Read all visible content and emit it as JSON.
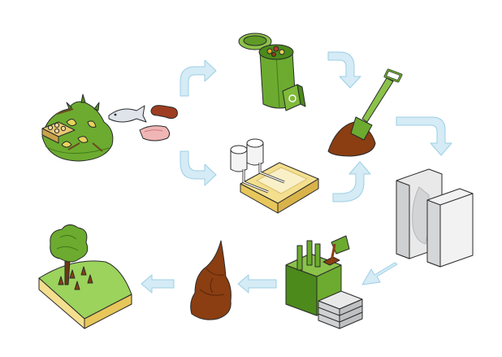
{
  "diagram": {
    "kind": "circular-process",
    "stages": [
      {
        "id": "waste",
        "icon": "food-waste-pile-icon"
      },
      {
        "id": "bin",
        "icon": "compost-bin-icon"
      },
      {
        "id": "compost",
        "icon": "shovel-compost-icon"
      },
      {
        "id": "mould",
        "icon": "gnome-mould-icon"
      },
      {
        "id": "press",
        "icon": "moulding-machine-icon"
      },
      {
        "id": "gnome",
        "icon": "garden-gnome-icon"
      },
      {
        "id": "field",
        "icon": "tree-field-icon"
      },
      {
        "id": "digester",
        "icon": "digester-tank-icon"
      }
    ],
    "colors": {
      "arrow": "#d5ebf5",
      "arrow_stroke": "#9ccfe6",
      "green": "#6cab2f",
      "green_dark": "#3f7a18",
      "brown": "#8a3e12",
      "sand": "#f3df8e",
      "grey": "#e9e9ea"
    }
  }
}
